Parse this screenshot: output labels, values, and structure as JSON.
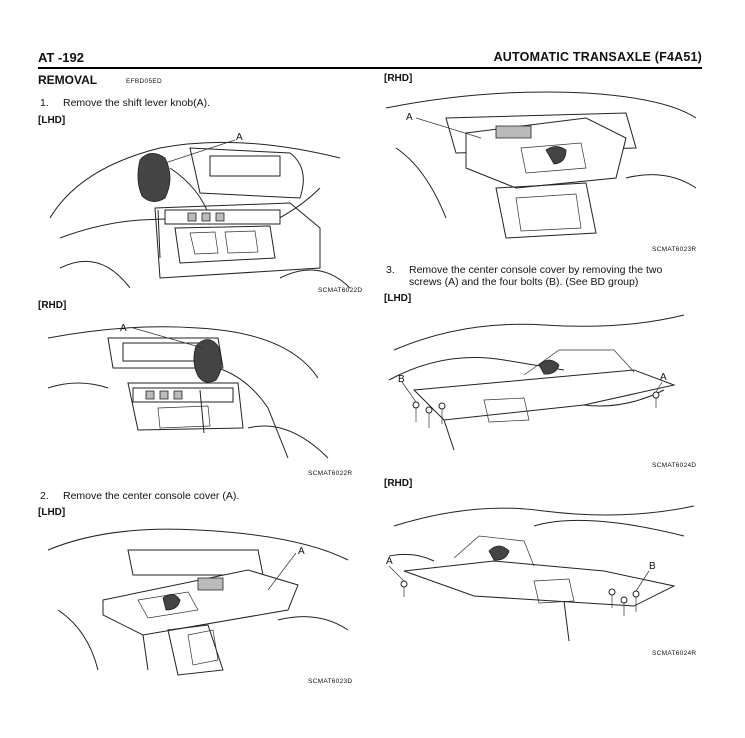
{
  "header": {
    "page_no": "AT -192",
    "section": "AUTOMATIC TRANSAXLE (F4A51)"
  },
  "left": {
    "heading": "REMOVAL",
    "heading_code": "EFBD05ED",
    "step1": {
      "num": "1.",
      "text": "Remove the shift lever knob(A)."
    },
    "lhd_label_1": "[LHD]",
    "fig1": {
      "label": "A",
      "code": "SCMAT6022D"
    },
    "rhd_label_1": "[RHD]",
    "fig2": {
      "label": "A",
      "code": "SCMAT6022R"
    },
    "step2": {
      "num": "2.",
      "text": "Remove the center console cover (A)."
    },
    "lhd_label_2": "[LHD]",
    "fig3": {
      "label": "A",
      "code": "SCMAT6023D"
    }
  },
  "right": {
    "rhd_label_1": "[RHD]",
    "fig4": {
      "label": "A",
      "code": "SCMAT6023R"
    },
    "step3": {
      "num": "3.",
      "line1": "Remove the center console cover by removing the two",
      "line2": "screws (A) and the four bolts (B). (See BD group)"
    },
    "lhd_label": "[LHD]",
    "fig5": {
      "label_a": "A",
      "label_b": "B",
      "code": "SCMAT6024D"
    },
    "rhd_label_2": "[RHD]",
    "fig6": {
      "label_a": "A",
      "label_b": "B",
      "code": "SCMAT6024R"
    }
  }
}
